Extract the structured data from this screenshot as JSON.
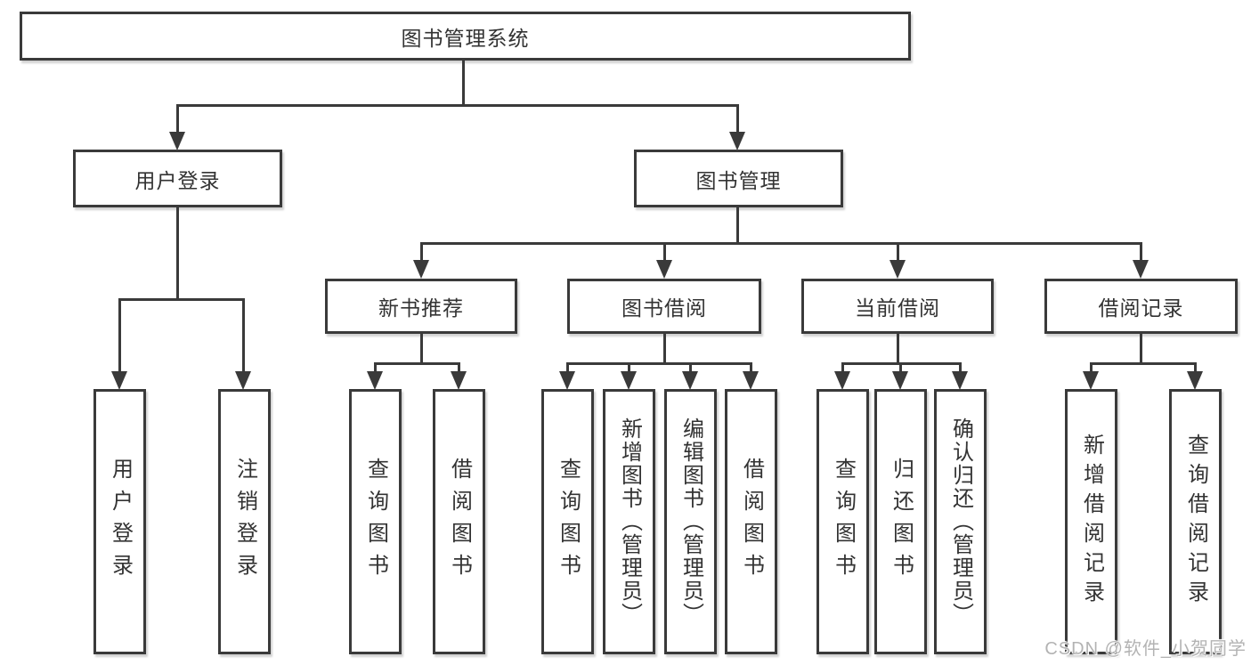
{
  "diagram_type": "hierarchy",
  "hierarchy": {
    "label": "图书管理系统",
    "children": [
      {
        "label": "用户登录",
        "children": [
          {
            "label": "用户登录"
          },
          {
            "label": "注销登录"
          }
        ]
      },
      {
        "label": "图书管理",
        "children": [
          {
            "label": "新书推荐",
            "children": [
              {
                "label": "查询图书"
              },
              {
                "label": "借阅图书"
              }
            ]
          },
          {
            "label": "图书借阅",
            "children": [
              {
                "label": "查询图书"
              },
              {
                "label": "新增图书（管理员）"
              },
              {
                "label": "编辑图书（管理员）"
              },
              {
                "label": "借阅图书"
              }
            ]
          },
          {
            "label": "当前借阅",
            "children": [
              {
                "label": "查询图书"
              },
              {
                "label": "归还图书"
              },
              {
                "label": "确认归还（管理员）"
              }
            ]
          },
          {
            "label": "借阅记录",
            "children": [
              {
                "label": "新增借阅记录"
              },
              {
                "label": "查询借阅记录"
              }
            ]
          }
        ]
      }
    ]
  },
  "watermark": {
    "text": "CSDN @软件_小贺同学"
  },
  "colors": {
    "line": "#3a3a3a",
    "box_border": "#3a3a3a",
    "text": "#333333",
    "background": "#ffffff",
    "watermark": "#b3b3b3"
  }
}
